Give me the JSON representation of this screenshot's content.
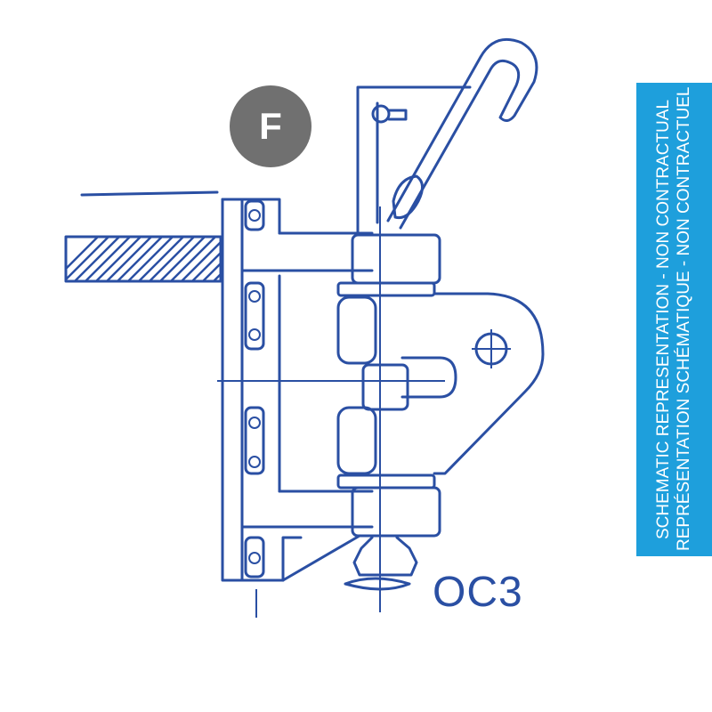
{
  "badge": {
    "letter": "F"
  },
  "part_label": "OC3",
  "side_banner": {
    "line1": "SCHEMATIC REPRESENTATION -   NON CONTRACTUAL",
    "line2": "REPRÉSENTATION SCHÉMATIQUE  - NON CONTRACTUEL"
  },
  "colors": {
    "line": "#2a4fa3",
    "banner": "#1e9fdc",
    "badge": "#707070",
    "background": "#ffffff"
  }
}
